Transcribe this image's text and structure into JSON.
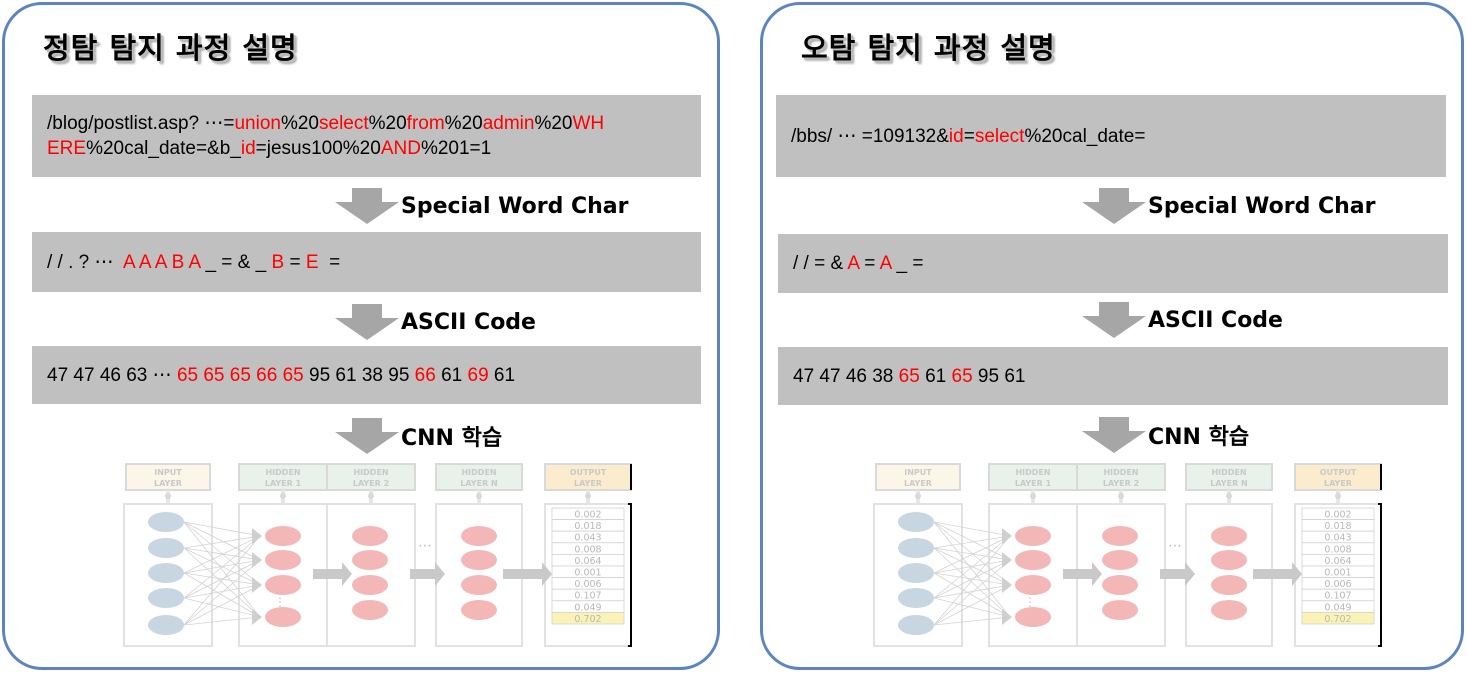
{
  "panels": [
    {
      "title": "정탐 탐지 과정 설명",
      "url_line1": [
        {
          "t": "/blog/postlist.asp? ⋯=",
          "r": false
        },
        {
          "t": "union",
          "r": true
        },
        {
          "t": "%20",
          "r": false
        },
        {
          "t": "select",
          "r": true
        },
        {
          "t": "%20",
          "r": false
        },
        {
          "t": "from",
          "r": true
        },
        {
          "t": "%20",
          "r": false
        },
        {
          "t": "admin",
          "r": true
        },
        {
          "t": "%20",
          "r": false
        },
        {
          "t": "WH",
          "r": true
        }
      ],
      "url_line2": [
        {
          "t": "ERE",
          "r": true
        },
        {
          "t": "%20cal_date=&b_",
          "r": false
        },
        {
          "t": "id",
          "r": true
        },
        {
          "t": "=jesus100%20",
          "r": false
        },
        {
          "t": "AND",
          "r": true
        },
        {
          "t": "%201=1",
          "r": false
        }
      ],
      "special_line": [
        {
          "t": "/ / . ? ⋯  ",
          "r": false
        },
        {
          "t": "A A A B A",
          "r": true
        },
        {
          "t": " _ = & _ ",
          "r": false
        },
        {
          "t": "B",
          "r": true
        },
        {
          "t": " = ",
          "r": false
        },
        {
          "t": "E",
          "r": true
        },
        {
          "t": "  =",
          "r": false
        }
      ],
      "ascii_line": [
        {
          "t": "47 47 46 63 ⋯ ",
          "r": false
        },
        {
          "t": "65 65 65 66 65",
          "r": true
        },
        {
          "t": " 95 61 38 95 ",
          "r": false
        },
        {
          "t": "66",
          "r": true
        },
        {
          "t": " 61 ",
          "r": false
        },
        {
          "t": "69",
          "r": true
        },
        {
          "t": " 61",
          "r": false
        }
      ]
    },
    {
      "title": "오탐 탐지 과정 설명",
      "url_line1": [
        {
          "t": "/bbs/ ⋯ =109132&",
          "r": false
        },
        {
          "t": "id",
          "r": true
        },
        {
          "t": "=",
          "r": false
        },
        {
          "t": "select",
          "r": true
        },
        {
          "t": "%20cal_date=",
          "r": false
        }
      ],
      "url_line2": [],
      "special_line": [
        {
          "t": "/ / = & ",
          "r": false
        },
        {
          "t": "A",
          "r": true
        },
        {
          "t": " = ",
          "r": false
        },
        {
          "t": "A",
          "r": true
        },
        {
          "t": " _ =",
          "r": false
        }
      ],
      "ascii_line": [
        {
          "t": "47 47 46 38 ",
          "r": false
        },
        {
          "t": "65",
          "r": true
        },
        {
          "t": " 61 ",
          "r": false
        },
        {
          "t": "65",
          "r": true
        },
        {
          "t": " 95 61",
          "r": false
        }
      ]
    }
  ],
  "steps": {
    "special": "Special Word Char",
    "ascii": "ASCII Code",
    "cnn": "CNN 학습"
  },
  "network": {
    "layers": {
      "input": [
        "INPUT",
        "LAYER"
      ],
      "hidden1": [
        "HIDDEN",
        "LAYER 1"
      ],
      "hidden2": [
        "HIDDEN",
        "LAYER 2"
      ],
      "hiddenN": [
        "HIDDEN",
        "LAYER N"
      ],
      "output": [
        "OUTPUT",
        "LAYER"
      ]
    },
    "ellipsis": "⋯",
    "output_values": [
      "0.002",
      "0.018",
      "0.043",
      "0.008",
      "0.064",
      "0.001",
      "0.006",
      "0.107",
      "0.049",
      "0.702"
    ],
    "highlight_index": 9
  },
  "colors": {
    "red": "#ff0000",
    "box_gray": "#c0c0c0",
    "panel_border": "#5b84c0",
    "arrow_gray": "#a6a6a6",
    "input_node": "#c8d6e2",
    "hidden_node": "#f3b7b7",
    "input_label_bg": "#fbf6e8",
    "hidden_label_bg": "#e8f1ea",
    "output_label_bg": "#fbeccd",
    "highlight_row": "#fbf3b5"
  }
}
